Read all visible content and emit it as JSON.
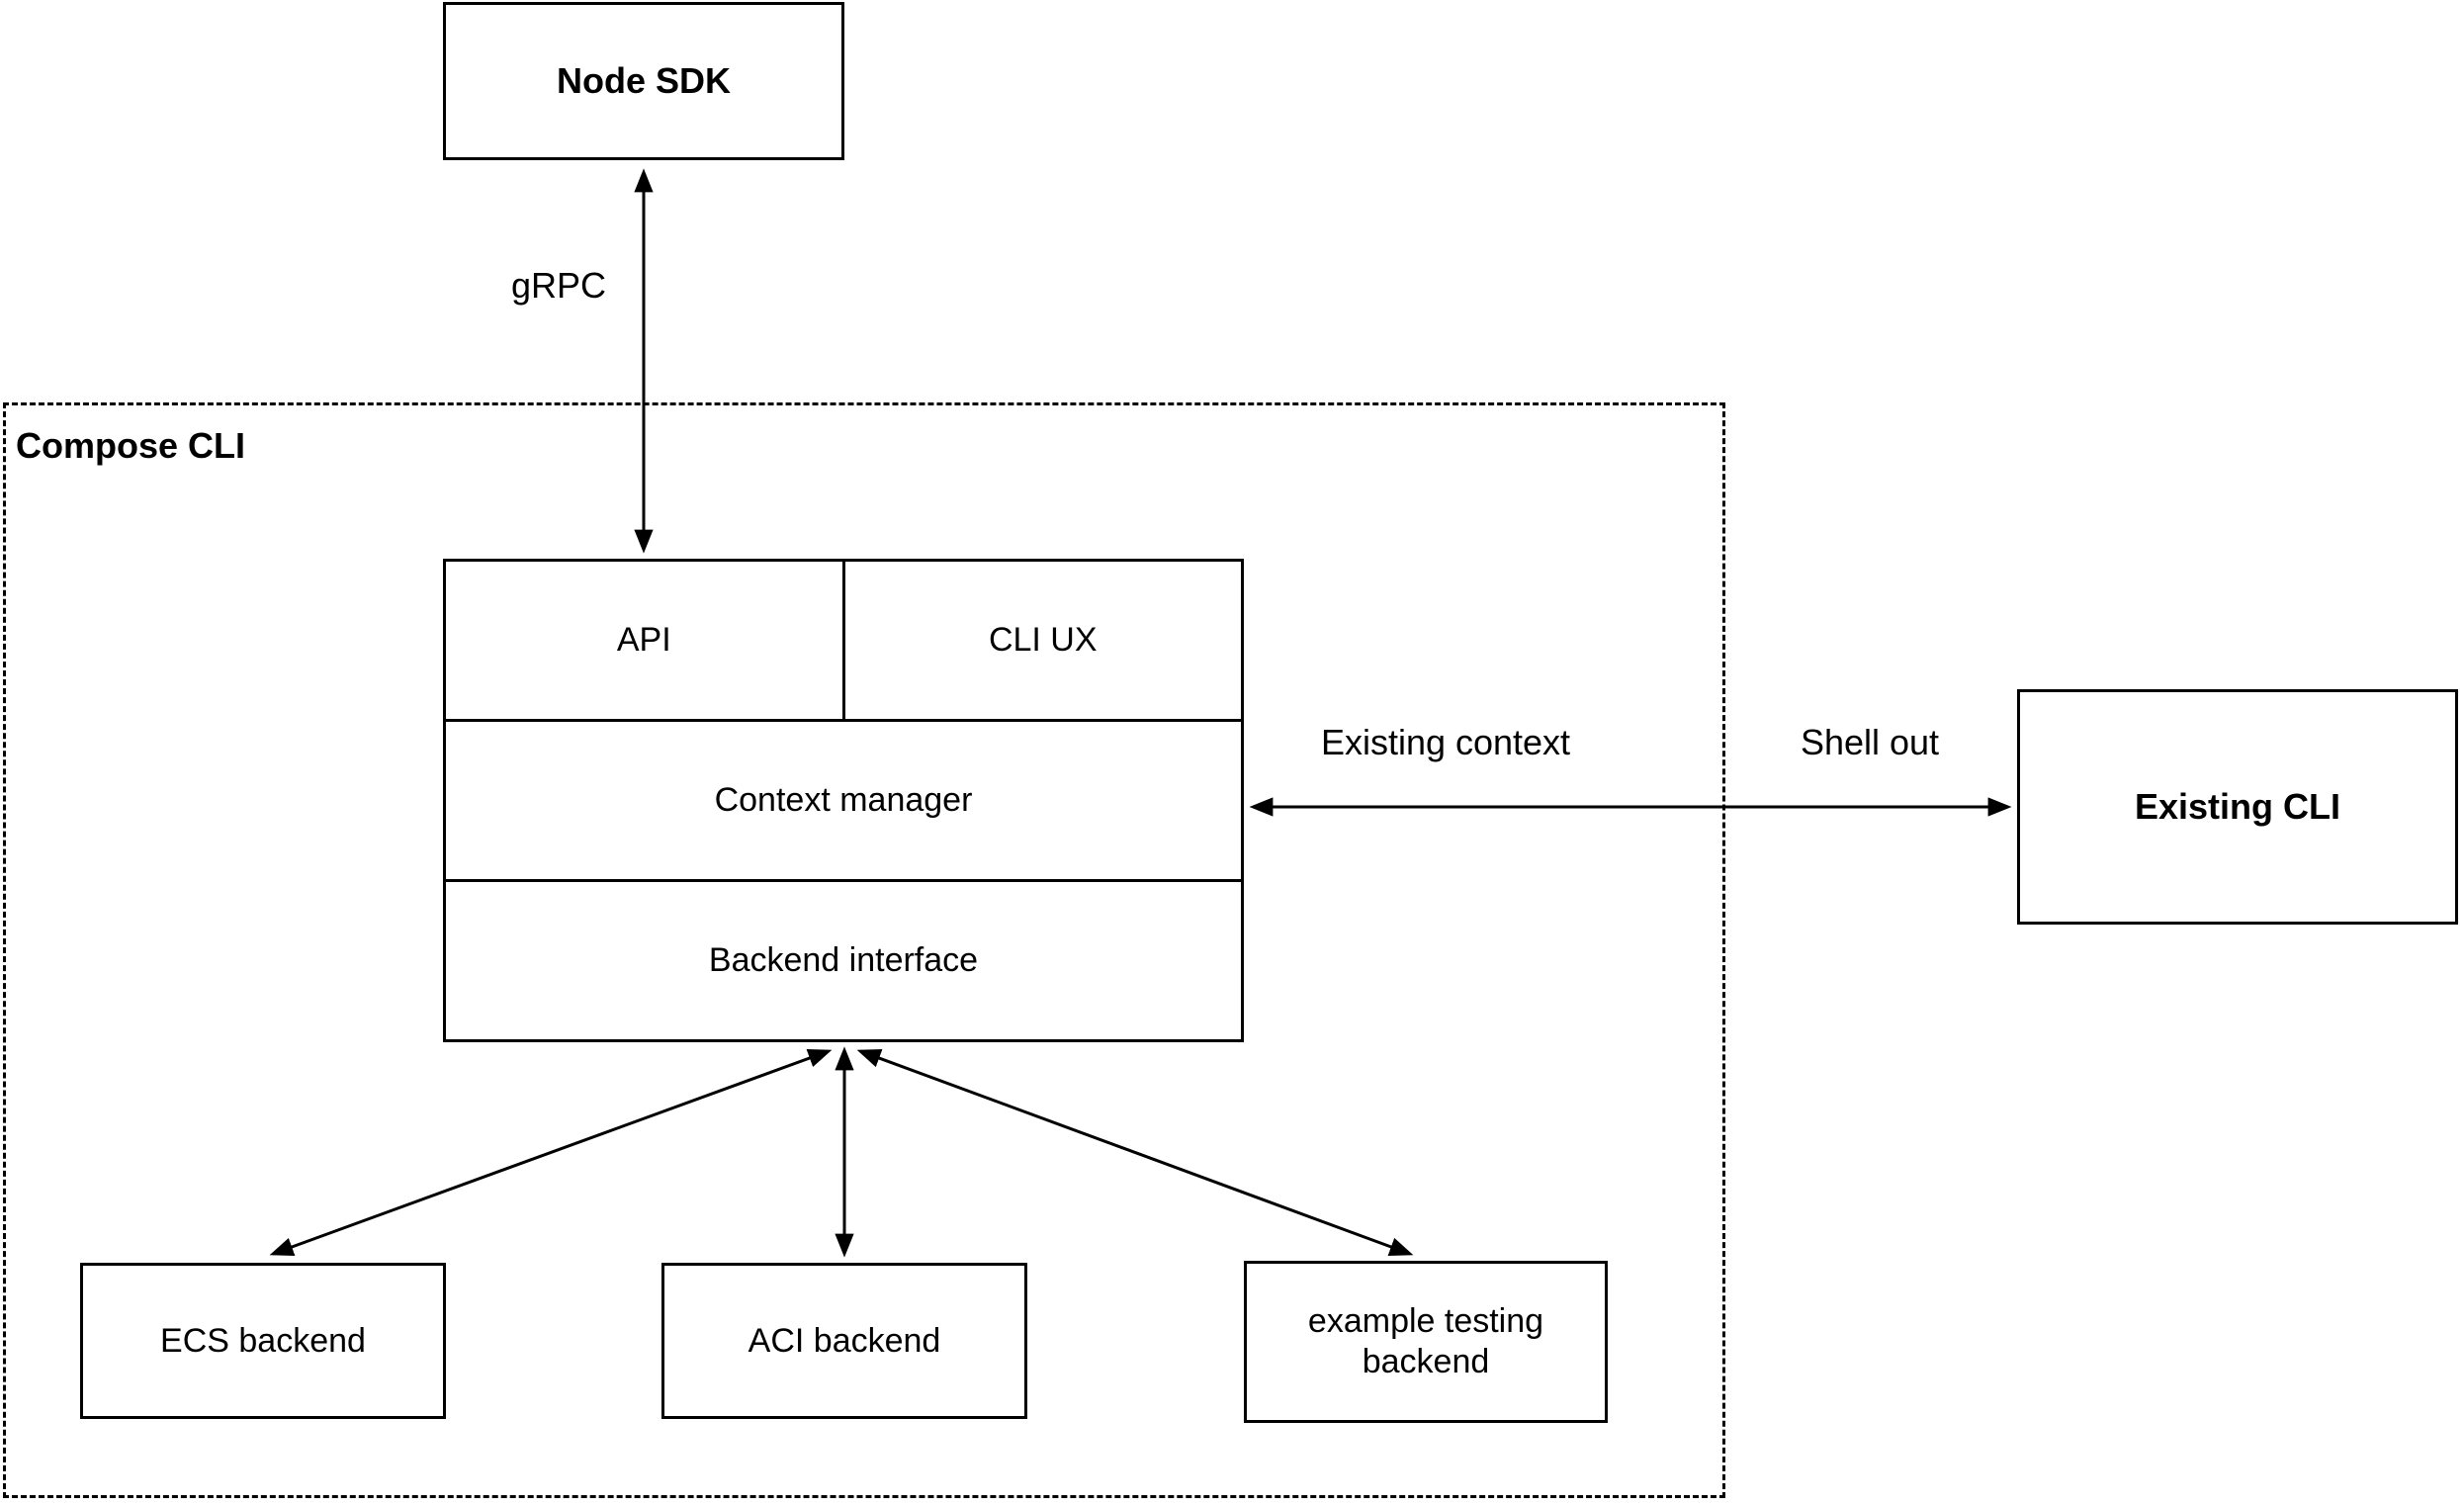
{
  "diagram": {
    "nodes": {
      "node_sdk": "Node SDK",
      "compose_cli": "Compose CLI",
      "api": "API",
      "cli_ux": "CLI UX",
      "context_manager": "Context manager",
      "backend_interface": "Backend interface",
      "existing_cli": "Existing CLI",
      "ecs_backend": "ECS backend",
      "aci_backend": "ACI backend",
      "example_testing_backend": "example testing backend"
    },
    "edges": {
      "grpc": "gRPC",
      "existing_context": "Existing context",
      "shell_out": "Shell out"
    },
    "connections": [
      {
        "from": "Node SDK",
        "to": "API / CLI UX stack",
        "label": "gRPC",
        "bidirectional": true
      },
      {
        "from": "Context manager",
        "to": "Existing CLI",
        "label": "Existing context / Shell out",
        "bidirectional": true
      },
      {
        "from": "Backend interface",
        "to": "ECS backend",
        "bidirectional": true
      },
      {
        "from": "Backend interface",
        "to": "ACI backend",
        "bidirectional": true
      },
      {
        "from": "Backend interface",
        "to": "example testing backend",
        "bidirectional": true
      }
    ],
    "colors": {
      "line": "#000000",
      "background": "#ffffff"
    }
  }
}
